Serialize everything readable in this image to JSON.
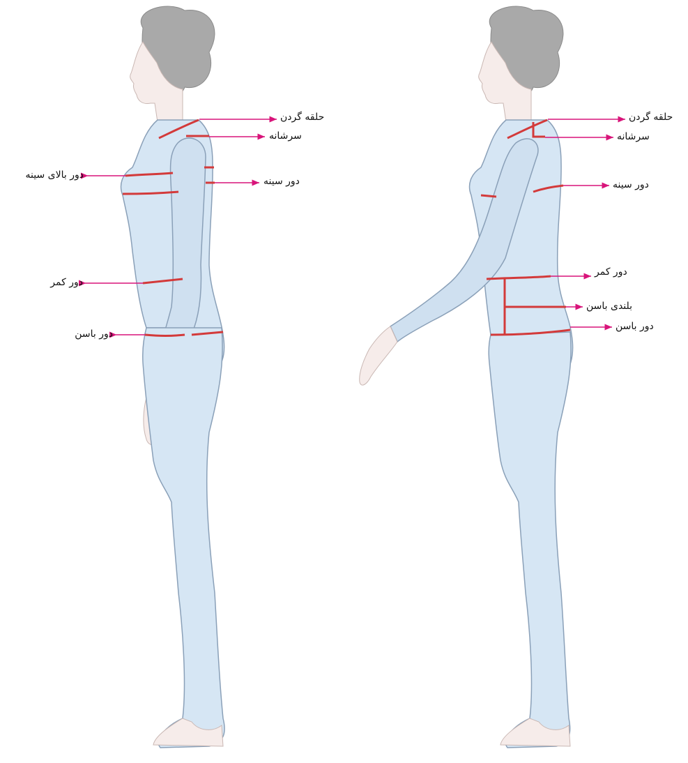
{
  "colors": {
    "skin_suit": "#d6e6f4",
    "suit_outline": "#8aa0b8",
    "hair": "#a9a9a9",
    "skin": "#f6ecea",
    "measure_line": "#d33a3a",
    "pointer": "#d8147a"
  },
  "left_figure": {
    "labels": {
      "neck": "حلقه گردن",
      "shoulder": "سرشانه",
      "upper_bust": "دور بالای سینه",
      "bust": "دور سینه",
      "waist": "دور کمر",
      "hip": "دور باسن"
    }
  },
  "right_figure": {
    "labels": {
      "neck": "حلقه گردن",
      "shoulder": "سرشانه",
      "bust": "دور سینه",
      "waist": "دور کمر",
      "hip_height": "بلندی باسن",
      "hip": "دور باسن"
    }
  }
}
